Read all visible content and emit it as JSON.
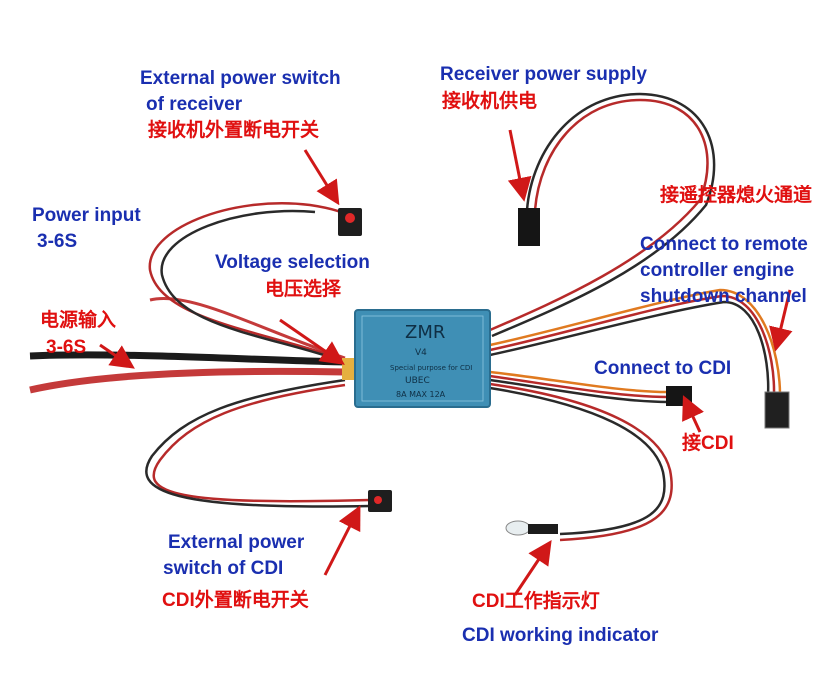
{
  "labels": {
    "ext_switch_receiver_en_1": "External power switch",
    "ext_switch_receiver_en_2": "of receiver",
    "ext_switch_receiver_zh": "接收机外置断电开关",
    "receiver_supply_en": "Receiver power supply",
    "receiver_supply_zh": "接收机供电",
    "power_input_en_1": "Power input",
    "power_input_en_2": "3-6S",
    "voltage_selection_en": "Voltage selection",
    "voltage_selection_zh": "电压选择",
    "power_input_zh_1": "电源输入",
    "power_input_zh_2": "3-6S",
    "engine_shutdown_zh": "接遥控器熄火通道",
    "engine_shutdown_en_1": "Connect to remote",
    "engine_shutdown_en_2": "controller engine",
    "engine_shutdown_en_3": "shutdown channel",
    "connect_cdi_en": "Connect to CDI",
    "connect_cdi_zh": "接CDI",
    "ext_switch_cdi_en_1": "External power",
    "ext_switch_cdi_en_2": "switch of CDI",
    "ext_switch_cdi_zh": "CDI外置断电开关",
    "cdi_indicator_zh": "CDI工作指示灯",
    "cdi_indicator_en": "CDI working indicator"
  },
  "board": {
    "brand": "ZMR",
    "version": "V4",
    "purpose": "Special purpose for CDI",
    "type": "UBEC",
    "rating": "8A  MAX  12A"
  },
  "colors": {
    "english_text": "#1a2fb0",
    "chinese_text": "#e01010",
    "board": "#3f8fb5",
    "arrow": "#d01818"
  }
}
